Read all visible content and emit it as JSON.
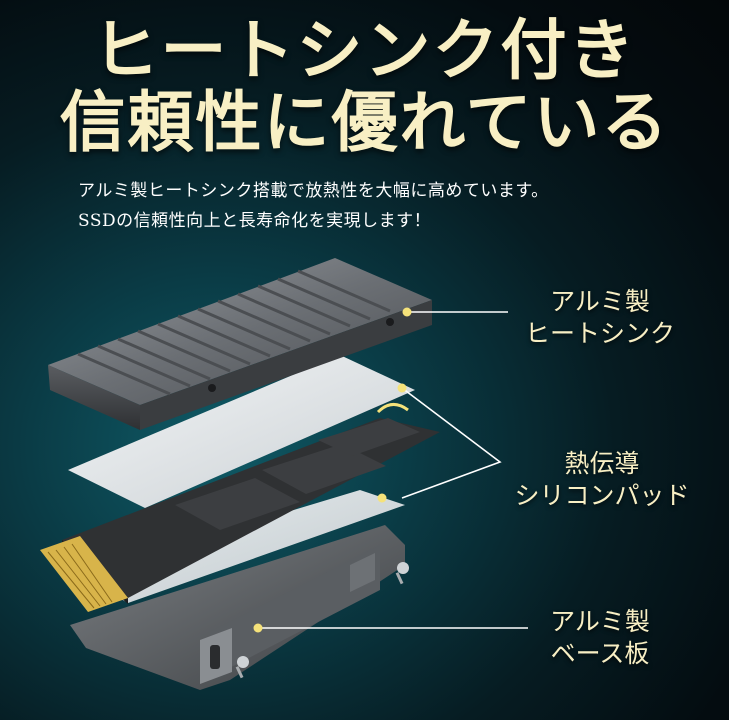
{
  "headline": {
    "line1": "ヒートシンク付き",
    "line2": "信頼性に優れている"
  },
  "subtitle": {
    "line1": "アルミ製ヒートシンク搭載で放熱性を大幅に高めています。",
    "line2": "SSDの信頼性向上と長寿命化を実現します！"
  },
  "labels": {
    "heatsink": {
      "line1": "アルミ製",
      "line2": "ヒートシンク"
    },
    "pad": {
      "line1": "熱伝導",
      "line2": "シリコンパッド"
    },
    "base": {
      "line1": "アルミ製",
      "line2": "ベース板"
    }
  },
  "colors": {
    "headline": "#f8efc4",
    "subtitle": "#ffffff",
    "marker": "#f5e27a",
    "leader": "#ffffff"
  }
}
